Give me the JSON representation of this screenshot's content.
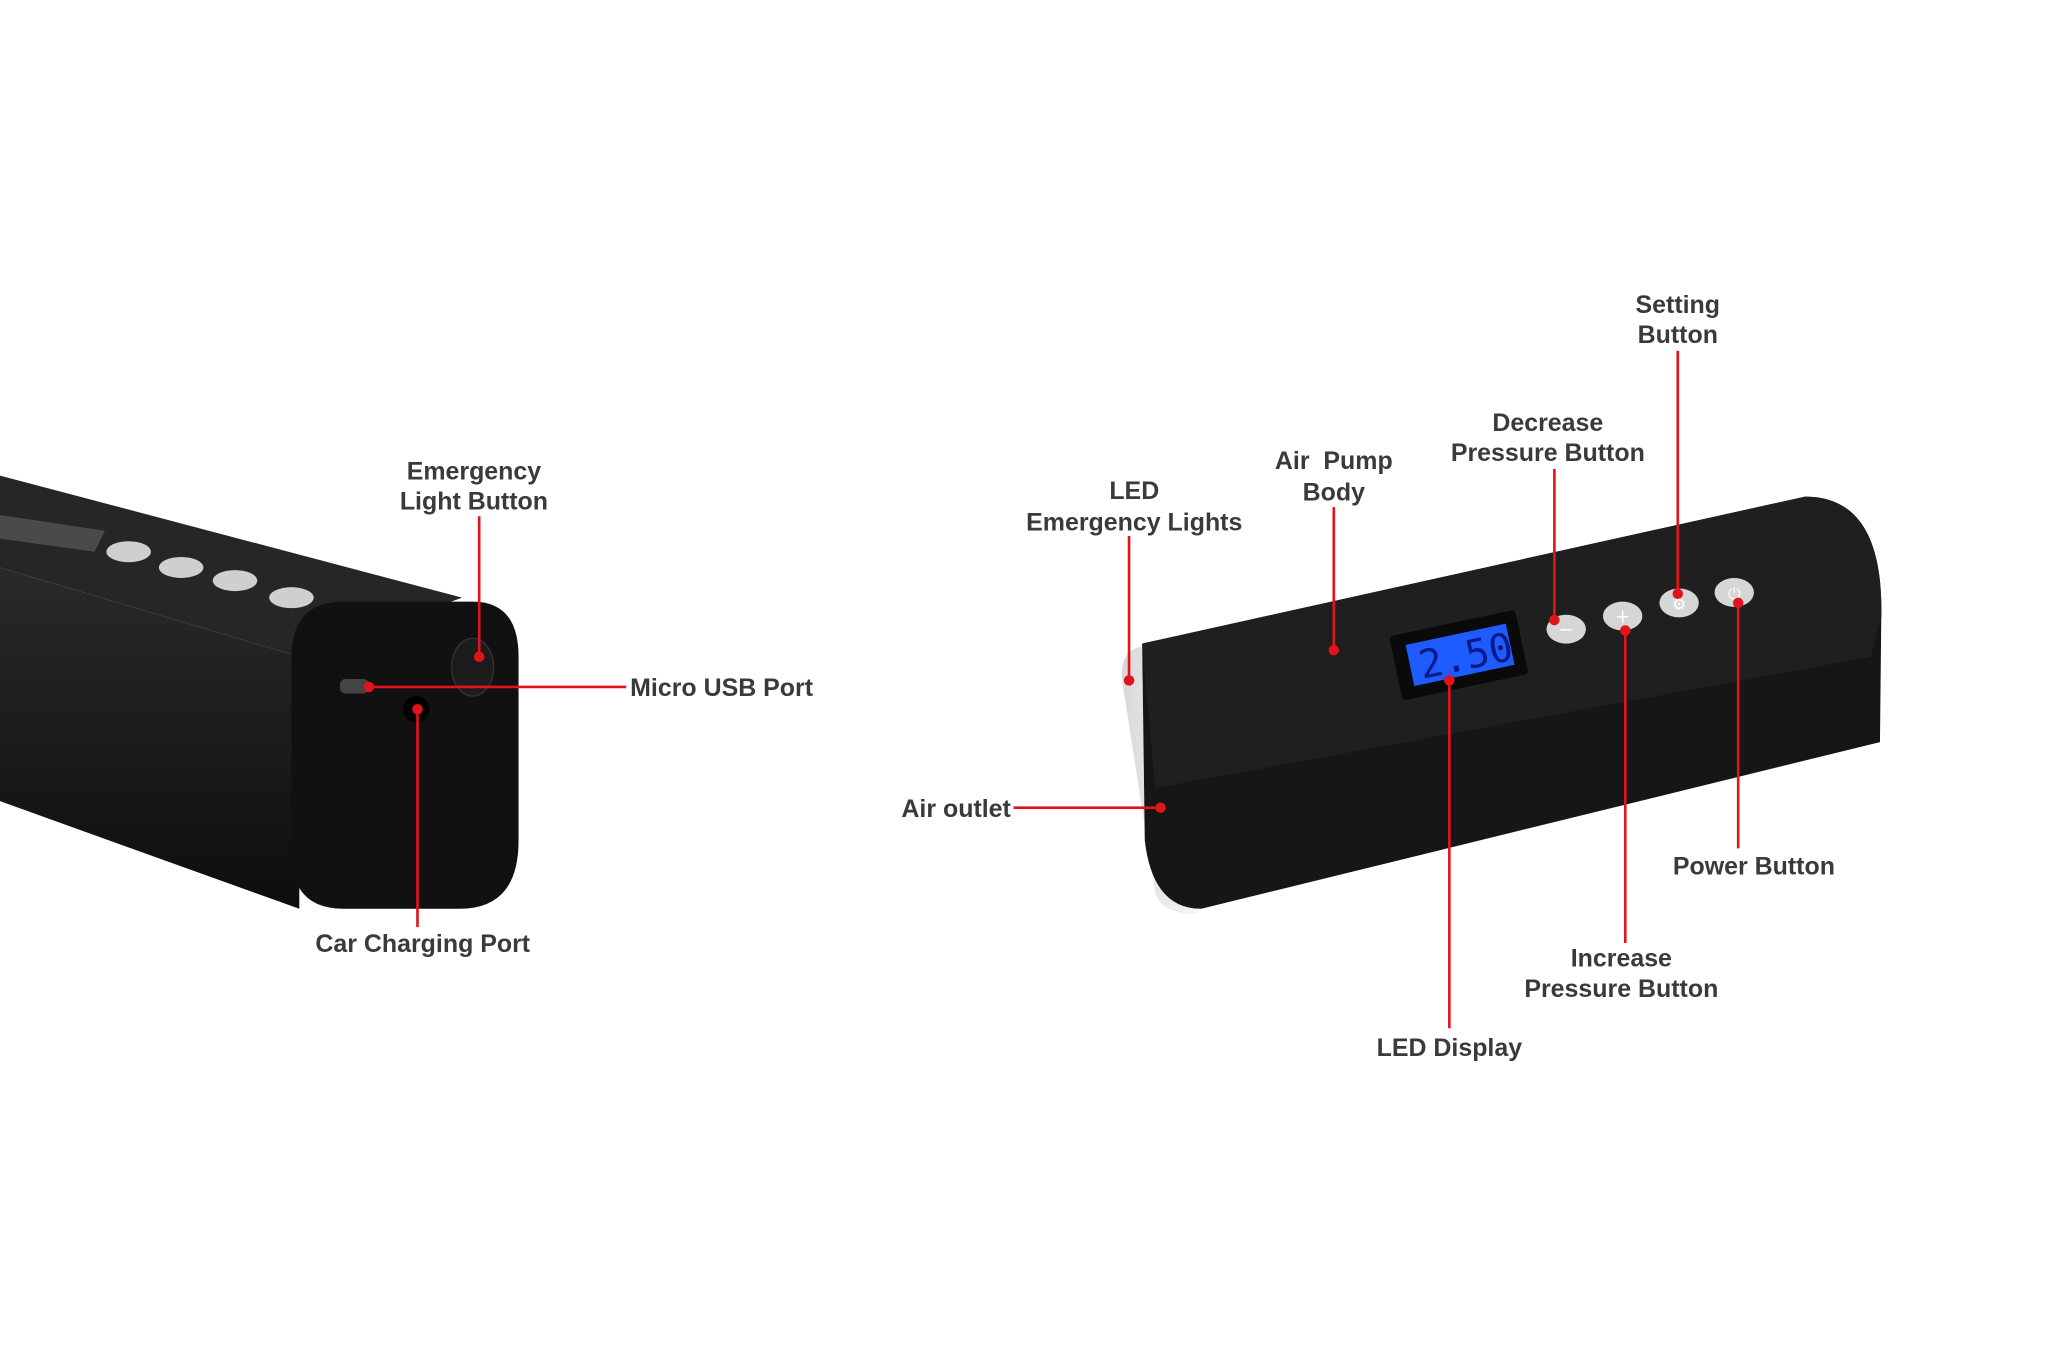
{
  "left_device": {
    "labels": {
      "emergency_light_button": [
        "Emergency",
        "Light Button"
      ],
      "micro_usb_port": "Micro USB Port",
      "car_charging_port": "Car Charging Port"
    }
  },
  "right_device": {
    "display_value": "2.50",
    "labels": {
      "led_emergency_lights": [
        "LED",
        "Emergency Lights"
      ],
      "air_pump_body": [
        "Air  Pump",
        "Body"
      ],
      "decrease_pressure_button": [
        "Decrease",
        "Pressure Button"
      ],
      "setting_button": [
        "Setting",
        "Button"
      ],
      "power_button": "Power Button",
      "increase_pressure_button": [
        "Increase",
        "Pressure Button"
      ],
      "led_display": "LED Display",
      "air_outlet": "Air outlet"
    }
  },
  "colors": {
    "accent": "#e0141b",
    "lcd": "#1e5cff",
    "body": "#151515"
  }
}
